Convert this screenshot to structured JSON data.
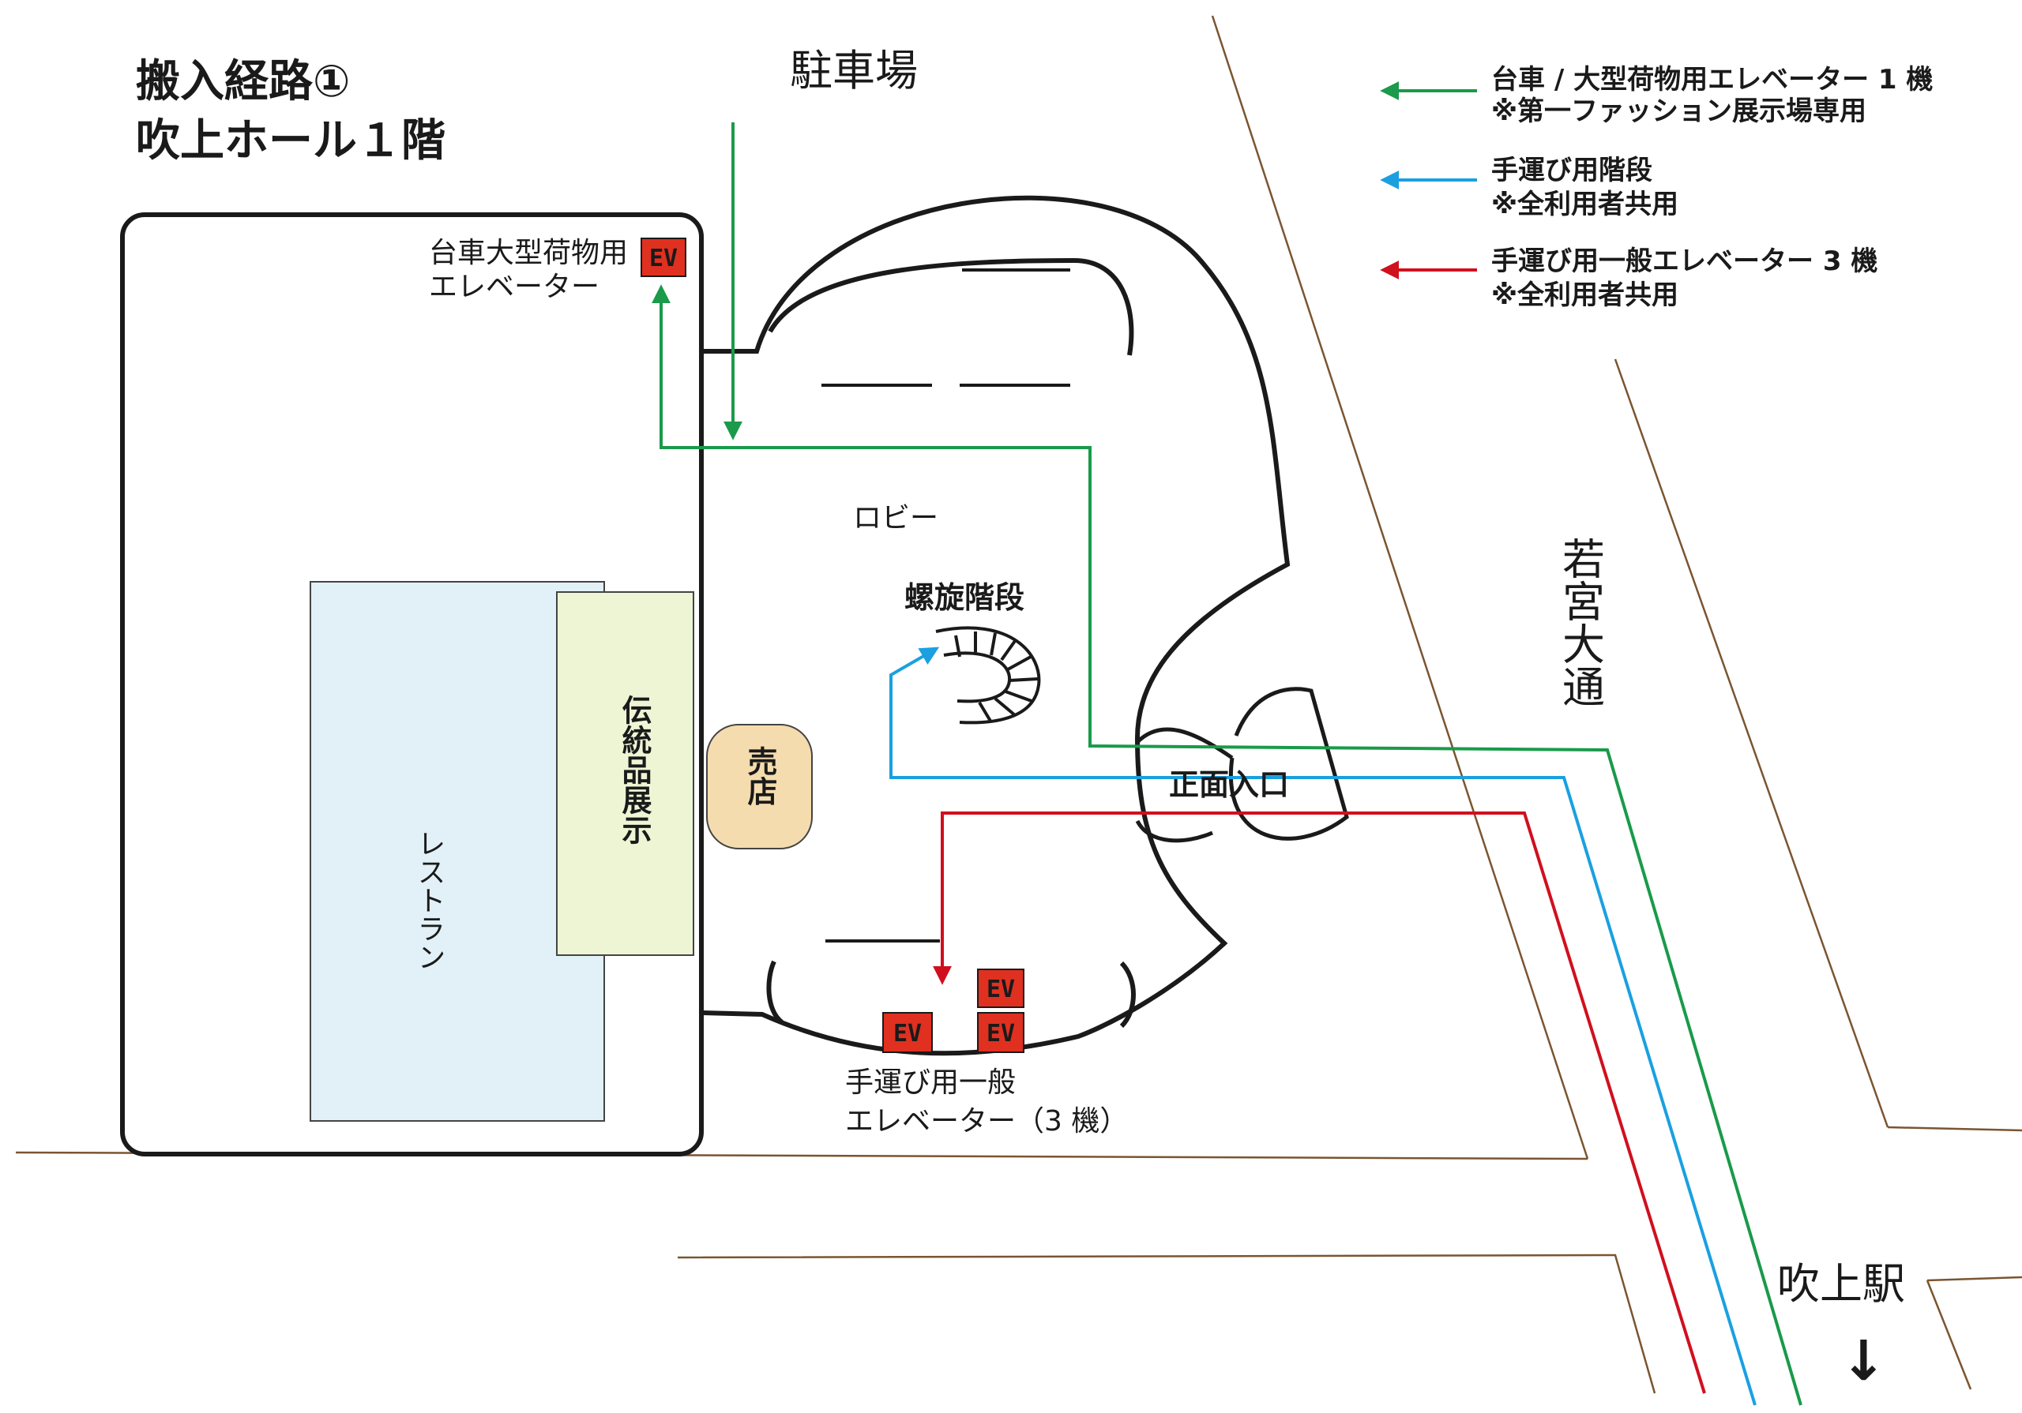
{
  "title": {
    "line1": "搬入経路①",
    "line2": "吹上ホール１階"
  },
  "places": {
    "parking": "駐車場",
    "lobby": "ロビー",
    "spiral_stairs": "螺旋階段",
    "front_entrance": "正面入口",
    "restaurant": "レストラン",
    "traditional_exhibit": "伝統品展示",
    "shop": "売店",
    "street": "若宮大通",
    "station": "吹上駅",
    "station_arrow": "↓"
  },
  "elevators": {
    "freight_label_1": "台車大型荷物用",
    "freight_label_2": "エレベーター",
    "general_label_1": "手運び用一般",
    "general_label_2": "エレベーター（3 機）",
    "ev_text": "EV"
  },
  "legend": [
    {
      "color": "#1a9a4a",
      "line1": "台車 / 大型荷物用エレベーター 1 機",
      "line2": "※第一ファッション展示場専用"
    },
    {
      "color": "#1aa0e0",
      "line1": "手運び用階段",
      "line2": "※全利用者共用"
    },
    {
      "color": "#d0101e",
      "line1": "手運び用一般エレベーター 3 機",
      "line2": "※全利用者共用"
    }
  ],
  "colors": {
    "green_route": "#1a9a4a",
    "blue_route": "#1aa0e0",
    "red_route": "#d0101e",
    "road": "#7a5530",
    "restaurant_fill": "#e2f0f7",
    "exhibit_fill": "#eef5d5",
    "shop_fill": "#f5dcae",
    "ev_fill": "#e03020"
  },
  "icons": {
    "legend_arrow": "arrow-left-icon",
    "route_arrow": "arrowhead-icon",
    "elevator": "elevator-icon",
    "stairs": "spiral-stairs-icon"
  }
}
